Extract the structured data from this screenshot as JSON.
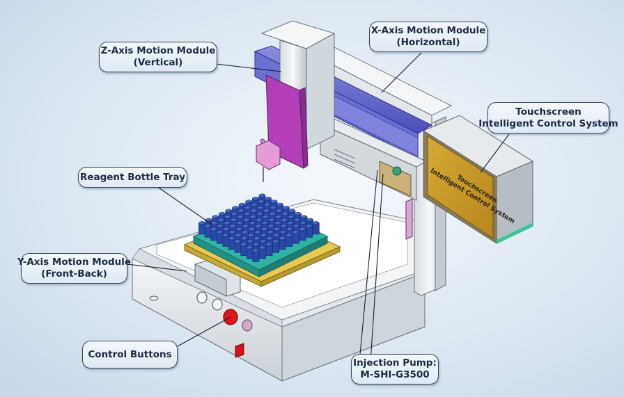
{
  "callouts": {
    "z_axis": {
      "line1": "Z-Axis Motion Module",
      "line2": "(Vertical)"
    },
    "x_axis": {
      "line1": "X-Axis Motion Module",
      "line2": "(Horizontal)"
    },
    "touchscreen": {
      "line1": "Touchscreen",
      "line2": "Intelligent Control System"
    },
    "reagent_tray": {
      "line1": "Reagent Bottle Tray"
    },
    "y_axis": {
      "line1": "Y-Axis Motion Module",
      "line2": "(Front-Back)"
    },
    "control_buttons": {
      "line1": "Control Buttons"
    },
    "injection_pump": {
      "line1": "Injection Pump:",
      "line2": "M-SHI-G3500"
    }
  },
  "device_panel": {
    "line1": "Touchscreen",
    "line2": "Intelligent Control System"
  },
  "colors": {
    "background": "#dde8f3",
    "frame": "#e9edf1",
    "z_plate": "#b23fb8",
    "x_beam": "#5b5fc9",
    "bottles": "#2e4fb0",
    "tray": "#2aa79a",
    "tray_base": "#e6c64a",
    "screen_panel": "#c79a2a",
    "red_button": "#e0141a",
    "callout_border": "#3a4656"
  }
}
